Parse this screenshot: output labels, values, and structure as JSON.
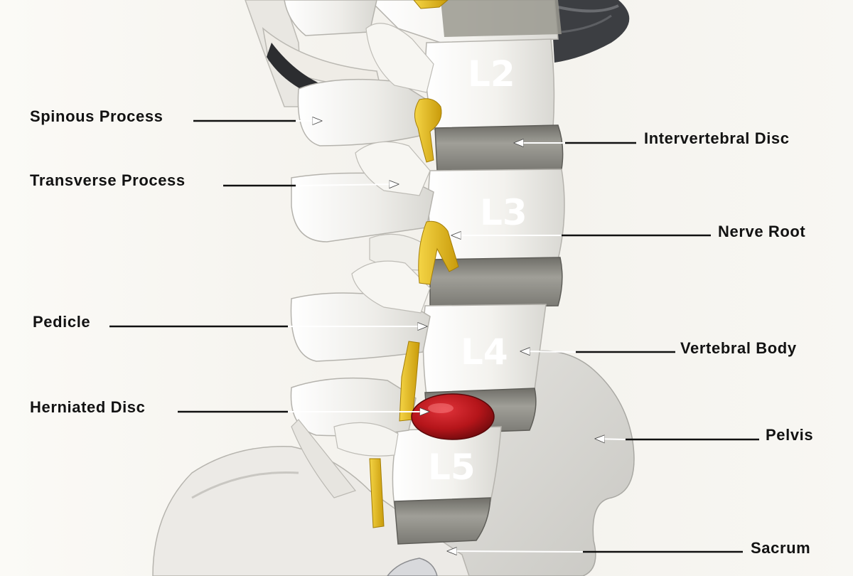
{
  "vertebra_labels": {
    "l2": "L2",
    "l3": "L3",
    "l4": "L4",
    "l5": "L5"
  },
  "callouts": {
    "spinous_process": "Spinous Process",
    "transverse_process": "Transverse Process",
    "pedicle": "Pedicle",
    "herniated_disc": "Herniated Disc",
    "intervertebral_disc": "Intervertebral Disc",
    "nerve_root": "Nerve Root",
    "vertebral_body": "Vertebral Body",
    "pelvis": "Pelvis",
    "sacrum": "Sacrum"
  },
  "colors": {
    "background": "#f6f4ef",
    "bone": "#f1f0ed",
    "disc": "#8d8c85",
    "nerve": "#e7bf1a",
    "herniation": "#b5151a",
    "label_text": "#121212"
  }
}
